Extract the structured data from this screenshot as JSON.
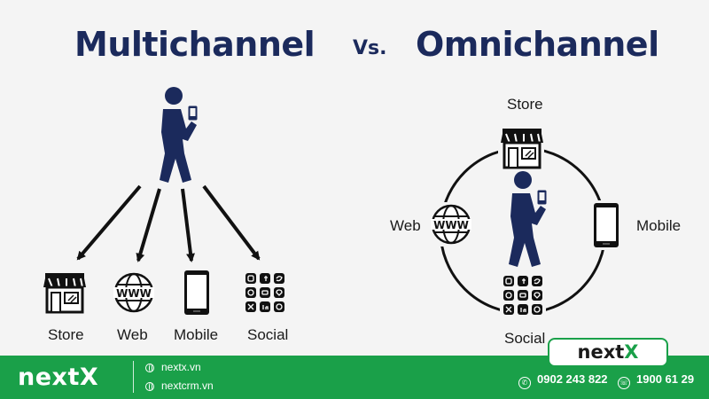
{
  "titles": {
    "multichannel": "Multichannel",
    "vs": "Vs.",
    "omnichannel": "Omnichannel"
  },
  "multichannel": {
    "channels": [
      {
        "label": "Store",
        "icon": "store-icon"
      },
      {
        "label": "Web",
        "icon": "www-globe-icon"
      },
      {
        "label": "Mobile",
        "icon": "smartphone-icon"
      },
      {
        "label": "Social",
        "icon": "social-media-grid-icon"
      }
    ]
  },
  "omnichannel": {
    "store_label": "Store",
    "web_label": "Web",
    "mobile_label": "Mobile",
    "social_label": "Social"
  },
  "footer": {
    "brand": "nextX",
    "links": [
      "nextx.vn",
      "nextcrm.vn"
    ],
    "phones": [
      "0902 243 822",
      "1900 61 29"
    ],
    "badge_prefix": "next",
    "badge_suffix": "X"
  },
  "colors": {
    "navy": "#1b2a5c",
    "green": "#1aa049",
    "background": "#f4f4f4"
  }
}
